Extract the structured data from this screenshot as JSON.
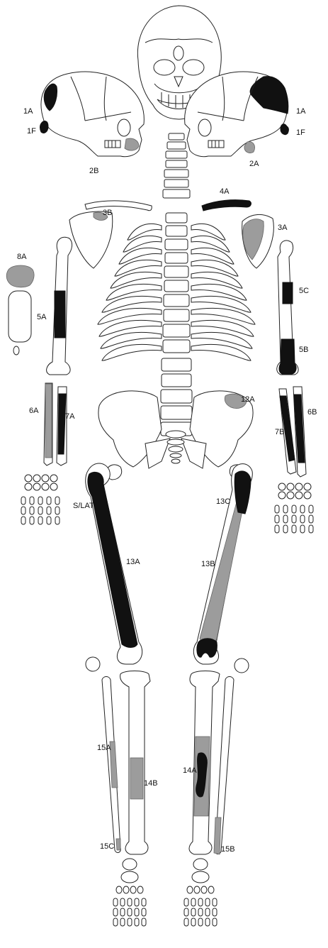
{
  "colors": {
    "background": "#ffffff",
    "outline": "#222222",
    "dark_region": "#111111",
    "gray_region": "#9c9c9c"
  },
  "labels": {
    "l1A_left": "1A",
    "l1F_left": "1F",
    "l1A_right": "1A",
    "l1F_right": "1F",
    "l2A": "2A",
    "l2B": "2B",
    "l3A": "3A",
    "l3B": "3B",
    "l4A": "4A",
    "l5A": "5A",
    "l5B": "5B",
    "l5C": "5C",
    "l6A": "6A",
    "l6B": "6B",
    "l7A": "7A",
    "l7B": "7B",
    "l8A": "8A",
    "l12A": "12A",
    "l13A": "13A",
    "l13B": "13B",
    "l13C": "13C",
    "l14A": "14A",
    "l14B": "14B",
    "l15A": "15A",
    "l15B": "15B",
    "l15C": "15C",
    "lSLAT": "S/LAT"
  }
}
